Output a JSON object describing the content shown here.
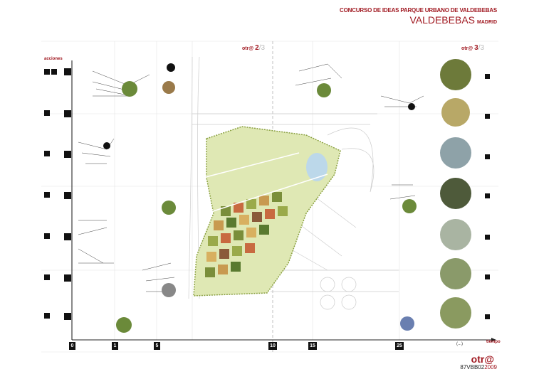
{
  "header": {
    "subtitle": "CONCURSO DE IDEAS PARQUE URBANO DE VALDEBEBAS",
    "title": "VALDEBEBAS",
    "city": "MADRID"
  },
  "sidebar": {
    "label": "acciones"
  },
  "pages": [
    {
      "brand": "otr@",
      "num": "2",
      "total": "/3"
    },
    {
      "brand": "otr@",
      "num": "3",
      "total": "/3"
    }
  ],
  "timeline": {
    "ticks": [
      "0",
      "1",
      "5",
      "10",
      "15",
      "25"
    ],
    "ellipsis": "(...)",
    "axis_label": "tiempo"
  },
  "footer": {
    "brand": "otr@",
    "code": "87VBB02",
    "year": "2009"
  },
  "colors": {
    "accent": "#a01820",
    "park": "#dfe8b4",
    "water": "#bcd8ea"
  }
}
